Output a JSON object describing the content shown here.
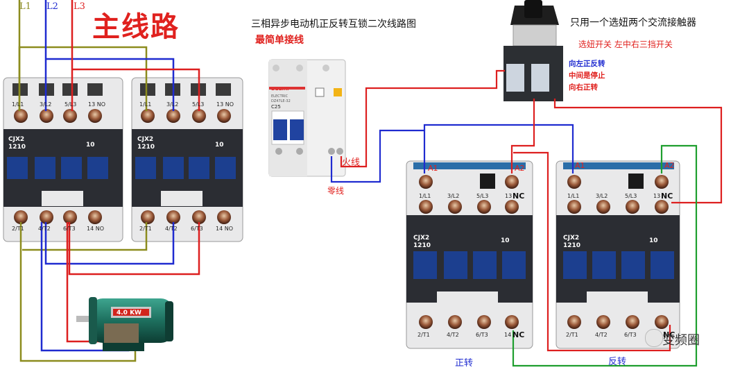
{
  "title": "主线路",
  "phase_labels": {
    "l1": "L1",
    "l2": "L2",
    "l3": "L3"
  },
  "diagram_title": "三相异步电动机正反转互锁二次线路图",
  "subtitle": "最简单接线",
  "selector_note": "只用一个选妞两个交流接触器",
  "selector_desc": "选妞开关 左中右三挡开关",
  "selector_positions": {
    "left": "向左正反转",
    "middle": "中间是停止",
    "right": "向右正转"
  },
  "breaker": {
    "brand": "DELIXI",
    "model": "C25",
    "small1": "ELECTRIC",
    "small2": "DZ47LE-32"
  },
  "wire_labels": {
    "live": "火线",
    "neutral": "零线"
  },
  "contactor": {
    "model_line1": "CJX2",
    "model_line2": "1210",
    "current": "10",
    "top_terminals": [
      "1/L1",
      "3/L2",
      "5/L3",
      "13 NO"
    ],
    "bottom_terminals": [
      "2/T1",
      "4/T2",
      "6/T3",
      "14 NO"
    ]
  },
  "control_contactor": {
    "top_terminals": [
      "1/L1",
      "3/L2",
      "5/L3",
      "13"
    ],
    "bottom_terminals": [
      "2/T1",
      "4/T2",
      "6/T3",
      "14"
    ],
    "coil_a1": "A1",
    "coil_a2": "A2",
    "nc": "NC"
  },
  "motor": {
    "power": "4.0 KW"
  },
  "captions": {
    "forward": "正转",
    "reverse": "反转"
  },
  "watermark": "变频圈",
  "colors": {
    "phase_l1": "#8c8c1e",
    "phase_l2": "#1f2bd0",
    "phase_l3": "#dd1f1f",
    "ground": "#1e9e2e",
    "contactor_body": "#2b2d33",
    "coil_blue": "#1c3f8f"
  }
}
